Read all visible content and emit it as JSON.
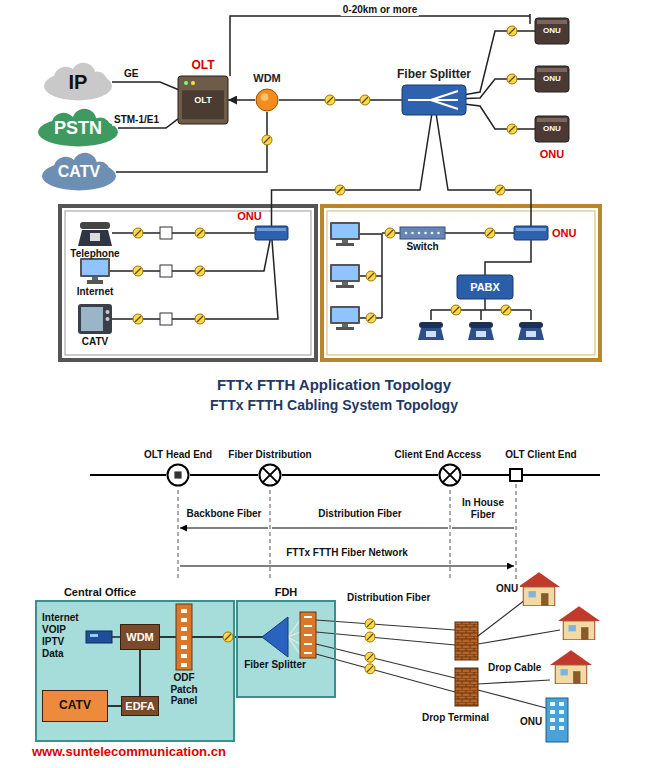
{
  "diagram": {
    "title": "FTTx FTTH Application Topology",
    "nodes": [
      {
        "text": [
          "IP"
        ]
      },
      {
        "text": [
          "PSTN"
        ]
      },
      {
        "text": [
          "CATV"
        ]
      },
      {
        "text": [
          "OLT",
          "OLT"
        ]
      },
      {
        "text": [
          "WDM"
        ]
      },
      {
        "text": [
          "Fiber Splitter"
        ]
      },
      {
        "text": [
          "ONU"
        ]
      },
      {
        "text": [
          "ONU"
        ]
      },
      {
        "text": [
          "ONU"
        ]
      },
      {
        "text": [
          "Telephone"
        ]
      },
      {
        "text": [
          "Internet"
        ]
      },
      {
        "text": [
          "CATV"
        ]
      },
      {
        "text": [
          "ONU"
        ]
      },
      {
        "text": [
          "Switch"
        ]
      },
      {
        "text": [
          "PABX"
        ]
      },
      {
        "text": [
          "ONU"
        ]
      },
      {
        "text": [
          "OLT Head End"
        ]
      },
      {
        "text": [
          "Fiber Distribution"
        ]
      },
      {
        "text": [
          "Client End Access"
        ]
      },
      {
        "text": [
          "OLT Client End"
        ]
      },
      {
        "text": [
          "Central Office"
        ]
      },
      {
        "text": [
          "WDM"
        ],
        "in": 20
      },
      {
        "text": [
          "CATV"
        ],
        "in": 20
      },
      {
        "text": [
          "EDFA"
        ],
        "in": 20
      },
      {
        "text": [
          "ODF Patch Panel"
        ],
        "in": 20
      },
      {
        "text": [
          "FDH"
        ]
      },
      {
        "text": [
          "Fiber Splitter"
        ],
        "in": 25
      }
    ],
    "edges": [
      {
        "from": 0,
        "to": 3,
        "label": "GE",
        "arrow": "none"
      },
      {
        "from": 1,
        "to": 3,
        "label": "STM-1/E1",
        "arrow": "none"
      },
      {
        "from": 2,
        "to": 4,
        "arrow": "none"
      },
      {
        "from": 4,
        "to": 3,
        "arrow": "to"
      },
      {
        "from": 4,
        "to": 5,
        "arrow": "none"
      },
      {
        "from": 5,
        "to": 6,
        "arrow": "none"
      },
      {
        "from": 5,
        "to": 7,
        "arrow": "none"
      },
      {
        "from": 5,
        "to": 8,
        "arrow": "none"
      },
      {
        "from": 5,
        "to": 12,
        "arrow": "none"
      },
      {
        "from": 5,
        "to": 15,
        "arrow": "none"
      },
      {
        "from": 12,
        "to": 9,
        "arrow": "none"
      },
      {
        "from": 12,
        "to": 10,
        "arrow": "none"
      },
      {
        "from": 12,
        "to": 11,
        "arrow": "none"
      },
      {
        "from": 15,
        "to": 13,
        "arrow": "none"
      },
      {
        "from": 15,
        "to": 14,
        "arrow": "none"
      },
      {
        "from": 16,
        "to": 17,
        "arrow": "none"
      },
      {
        "from": 17,
        "to": 18,
        "arrow": "none"
      },
      {
        "from": 18,
        "to": 19,
        "arrow": "none"
      },
      {
        "from": 22,
        "to": 23,
        "arrow": "none"
      },
      {
        "from": 23,
        "to": 21,
        "arrow": "none"
      },
      {
        "from": 21,
        "to": 24,
        "arrow": "none"
      },
      {
        "from": 24,
        "to": 26,
        "arrow": "none"
      }
    ],
    "labels": [
      "0-20km or more",
      "ONU",
      "FTTx FTTH Cabling System Topology",
      "Backbone Fiber",
      "Distribution Fiber",
      "In House Fiber",
      "FTTx FTTH Fiber Network",
      "Internet VOIP IPTV Data",
      "Distribution Fiber",
      "Drop Cable",
      "Drop Terminal",
      "ONU",
      "ONU",
      "www.suntelecommunication.cn"
    ]
  }
}
